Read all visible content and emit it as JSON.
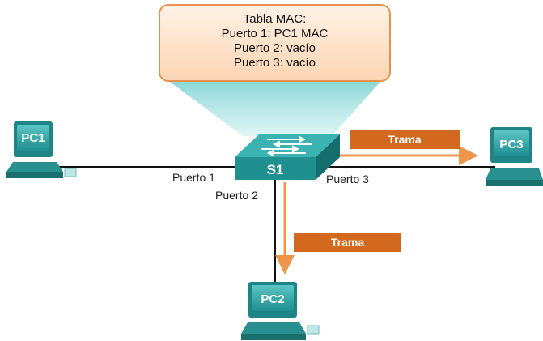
{
  "mac_table": {
    "title": "Tabla MAC:",
    "entries": [
      "Puerto 1: PC1 MAC",
      "Puerto 2: vacío",
      "Puerto 3: vacío"
    ]
  },
  "switch": {
    "label": "S1"
  },
  "pcs": {
    "pc1": "PC1",
    "pc2": "PC2",
    "pc3": "PC3"
  },
  "ports": {
    "p1": "Puerto 1",
    "p2": "Puerto 2",
    "p3": "Puerto 3"
  },
  "frames": {
    "to_pc3": "Trama",
    "to_pc2": "Trama"
  },
  "colors": {
    "frame": "#d2691e",
    "arrow": "#f0964b",
    "device": "#2aa6a6",
    "callout_border": "#e8914d"
  }
}
